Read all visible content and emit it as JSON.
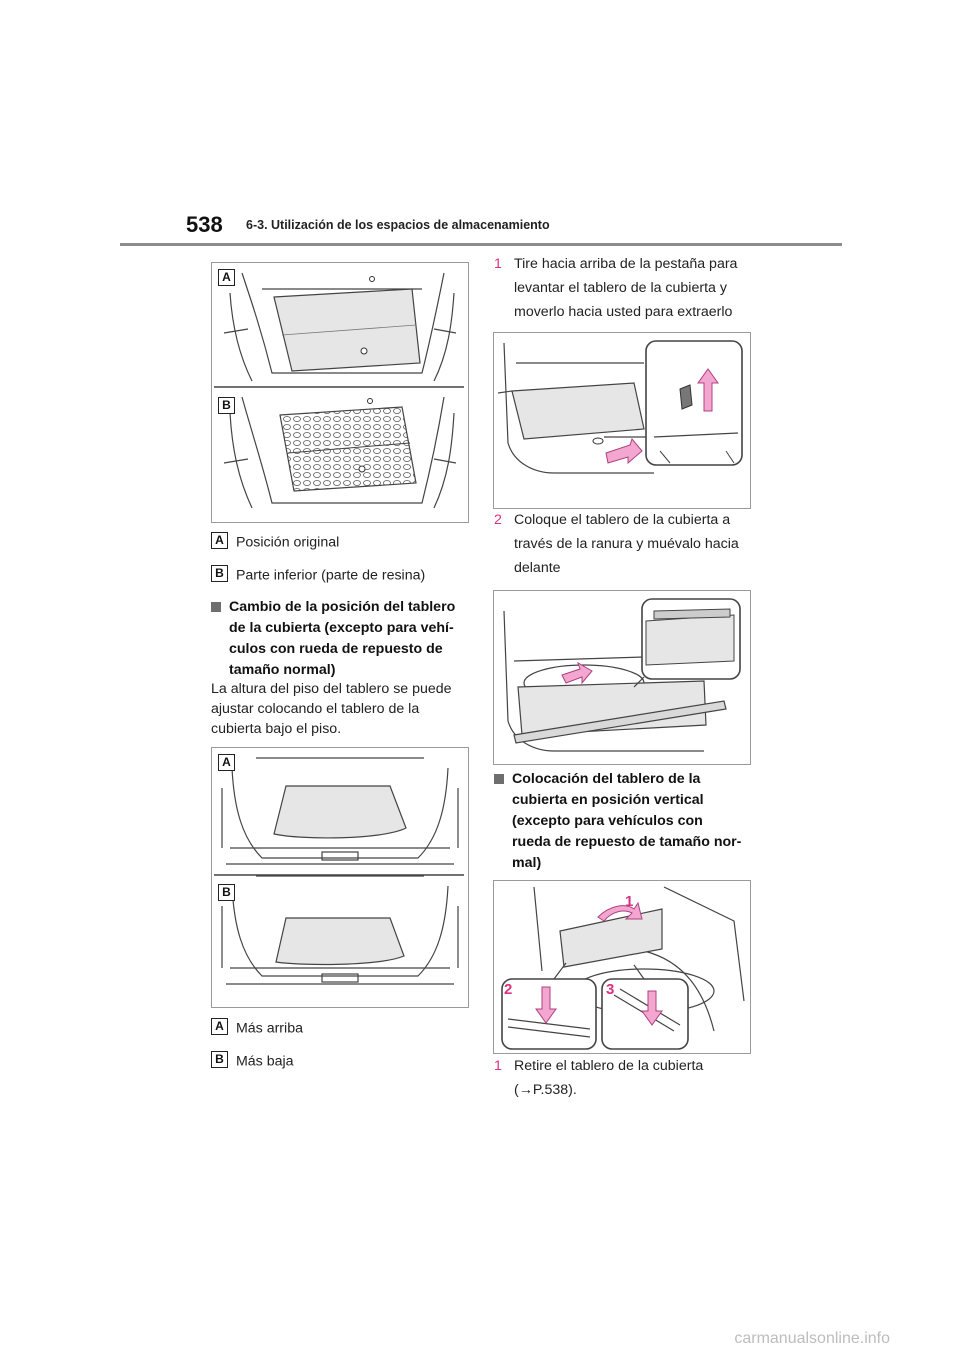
{
  "header": {
    "page_number": "538",
    "section": "6-3. Utilización de los espacios de almacenamiento"
  },
  "fig1": {
    "label_a": "A",
    "label_b": "B"
  },
  "legend1": [
    {
      "letter": "A",
      "text": "Posición original"
    },
    {
      "letter": "B",
      "text": "Parte inferior (parte de resina)"
    }
  ],
  "heading1": {
    "lines": [
      "Cambio de la posición del tablero",
      "de la cubierta (excepto para vehí-",
      "culos con rueda de repuesto de",
      "tamaño normal)"
    ]
  },
  "body1": {
    "lines": [
      "La altura del piso del tablero se puede",
      "ajustar colocando el tablero de la",
      "cubierta bajo el piso."
    ]
  },
  "fig2": {
    "label_a": "A",
    "label_b": "B"
  },
  "legend2": [
    {
      "letter": "A",
      "text": "Más arriba"
    },
    {
      "letter": "B",
      "text": "Más baja"
    }
  ],
  "step1": {
    "num": "1",
    "lines": [
      "Tire hacia arriba de la pestaña para",
      "levantar el tablero de la cubierta y",
      "moverlo hacia usted para extraerlo"
    ]
  },
  "step2": {
    "num": "2",
    "lines": [
      "Coloque el tablero de la cubierta a",
      "través de la ranura y muévalo hacia",
      "delante"
    ]
  },
  "heading2": {
    "lines": [
      "Colocación del tablero de la",
      "cubierta en posición vertical",
      "(excepto para vehículos con",
      "rueda de repuesto de tamaño nor-",
      "mal)"
    ]
  },
  "fig5": {
    "callout_1": "1",
    "callout_2": "2",
    "callout_3": "3"
  },
  "step3": {
    "num": "1",
    "lines": [
      "Retire el tablero de la cubierta",
      "(→P.538)."
    ]
  },
  "footer": {
    "watermark": "carmanualsonline.info"
  },
  "colors": {
    "accent_pink": "#d63384",
    "rule_gray": "#8c8c8c",
    "board_fill": "#e6e6e6"
  }
}
